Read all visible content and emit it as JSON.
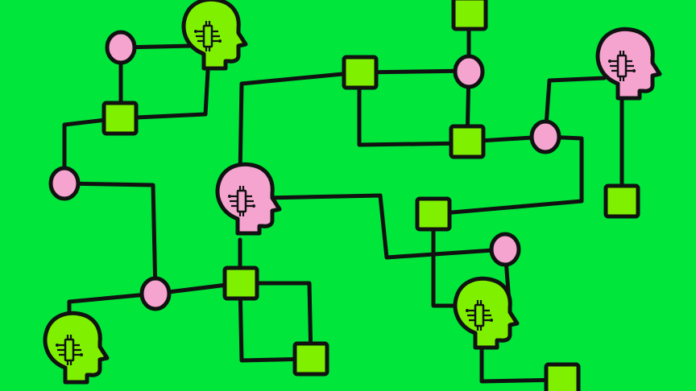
{
  "illustration": {
    "background_color": "#00e63b",
    "line_color": "#111111",
    "node_square_color": "#7ef000",
    "node_circle_color": "#f5a3cf",
    "head_pink_color": "#f5a3cf",
    "head_green_color": "#7ef000",
    "icon": "ai-head-chip-icon",
    "heads": [
      {
        "color": "green"
      },
      {
        "color": "pink"
      },
      {
        "color": "pink"
      },
      {
        "color": "green"
      },
      {
        "color": "green"
      }
    ]
  }
}
